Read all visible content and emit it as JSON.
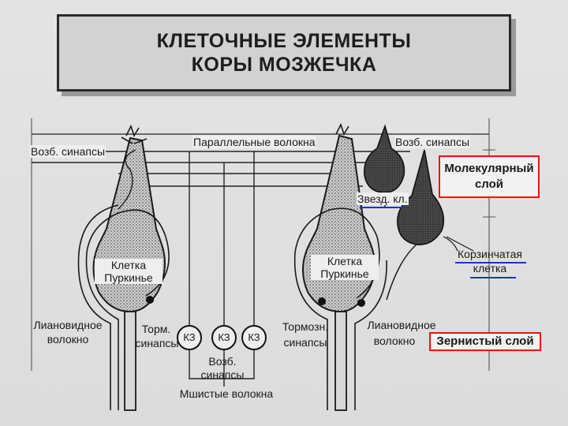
{
  "title": {
    "line1": "КЛЕТОЧНЫЕ ЭЛЕМЕНТЫ",
    "line2": "КОРЫ МОЗЖЕЧКА"
  },
  "labels": {
    "excitatory_synapses_left": "Возб. синапсы",
    "parallel_fibers": "Параллельные волокна",
    "excitatory_synapses_right": "Возб. синапсы",
    "stellate_cell": "Звезд. кл.",
    "purkinje_left_1": "Клетка",
    "purkinje_left_2": "Пуркинье",
    "purkinje_right_1": "Клетка",
    "purkinje_right_2": "Пуркинье",
    "basket_cell_1": "Корзинчатая",
    "basket_cell_2": "клетка",
    "climbing_fiber_left_1": "Лиановидное",
    "climbing_fiber_left_2": "волокно",
    "inhib_synapses_left_1": "Торм.",
    "inhib_synapses_left_2": "синапсы",
    "granule_cell": "КЗ",
    "excit_synapses_bottom_1": "Возб.",
    "excit_synapses_bottom_2": "синапсы",
    "inhib_synapses_right_1": "Тормозн.",
    "inhib_synapses_right_2": "синапсы",
    "climbing_fiber_right_1": "Лиановидное",
    "climbing_fiber_right_2": "волокно",
    "mossy_fibers": "Мшистые волокна",
    "molecular_layer_1": "Молекулярный",
    "molecular_layer_2": "слой",
    "granular_layer": "Зернистый слой"
  },
  "colors": {
    "highlight_box": "#ee1111",
    "underline": "#1a35c8",
    "ink": "#1a1a1a"
  }
}
